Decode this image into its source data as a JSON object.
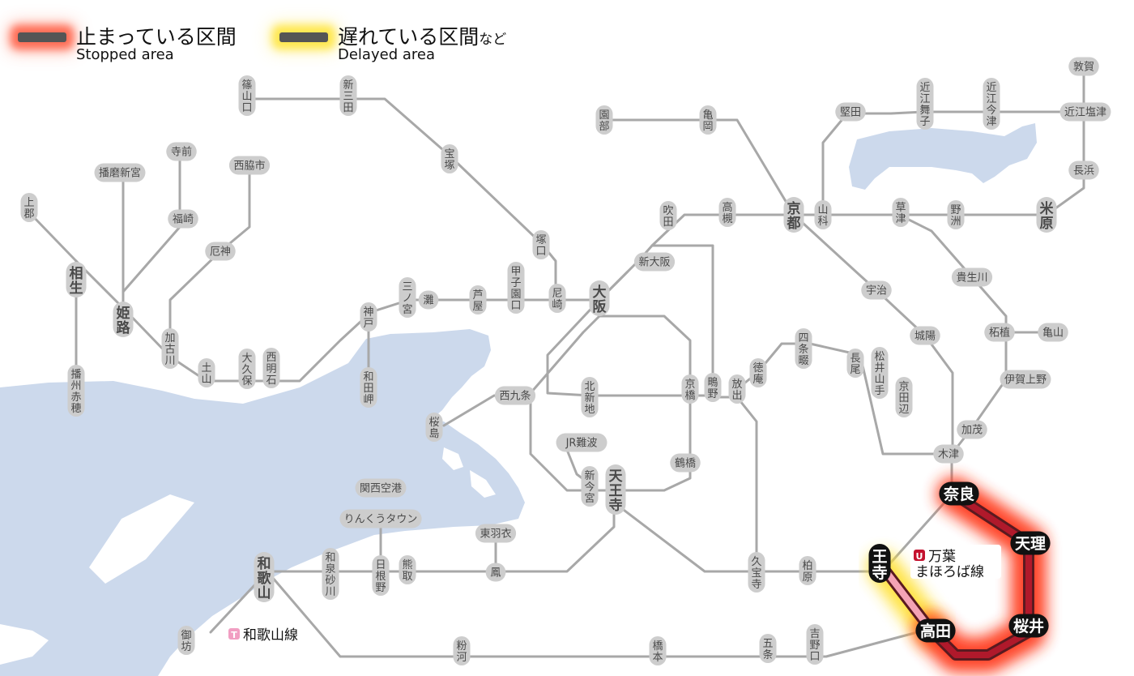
{
  "legend": {
    "stopped": {
      "title": "止まっている区間",
      "subtitle": "Stopped area"
    },
    "delayed": {
      "title": "遅れている区間",
      "title_suffix": "など",
      "subtitle": "Delayed area"
    }
  },
  "colors": {
    "track": "#a8a8a8",
    "station_fill": "#cdcdcd",
    "station_text": "#4a4a4a",
    "water": "#ccd9ec",
    "stopped_line": "#b0192b",
    "stopped_glow": "#ff3a1a",
    "delayed_line": "#f4a3b5",
    "delayed_glow": "#ffe033",
    "highlight_station": "#111111"
  },
  "line_labels": {
    "manhoroba": {
      "badge": "U",
      "text": [
        "万葉",
        "まほろば線"
      ],
      "badge_color": "#c4122f"
    },
    "wakayama": {
      "badge": "T",
      "text": [
        "和歌山線"
      ],
      "badge_color": "#f19ec2"
    }
  },
  "stations": {
    "sasayamaguchi": "篠山口",
    "shinsanda": "新三田",
    "takarazuka": "宝塚",
    "tsukaguchi": "塚口",
    "amagasaki": "尼崎",
    "koshienguchi": "甲子園口",
    "ashiya": "芦屋",
    "nada": "灘",
    "sannomiya": "三ノ宮",
    "kobe": "神戸",
    "wadamisaki": "和田岬",
    "nishiakashi": "西明石",
    "okubo": "大久保",
    "tsuchiyama": "土山",
    "kakogawa": "加古川",
    "yakujin": "厄神",
    "nishiwakishi": "西脇市",
    "fukusaki": "福崎",
    "teramae": "寺前",
    "harimashingu": "播磨新宮",
    "himeji": "姫路",
    "aioi": "相生",
    "kamigori": "上郡",
    "banshuako": "播州赤穂",
    "sonobe": "園部",
    "kameoka": "亀岡",
    "kyoto": "京都",
    "yamashina": "山科",
    "katata": "堅田",
    "omimaiko": "近江舞子",
    "omiimazu": "近江今津",
    "tsuruga": "敦賀",
    "omishiotsu": "近江塩津",
    "nagahama": "長浜",
    "maibara": "米原",
    "yasu": "野洲",
    "kusatsu": "草津",
    "takatsuki": "高槻",
    "suita": "吹田",
    "shinosaka": "新大阪",
    "osaka": "大阪",
    "kyobashi": "京橋",
    "kitashinchi": "北新地",
    "nishikujo": "西九条",
    "sakurajima": "桜島",
    "tsurumibashi": "鶴橋",
    "tennoji": "天王寺",
    "shinimamiya": "新今宮",
    "jrnamba": "JR難波",
    "kansaiairport": "関西空港",
    "rinkutown": "りんくうタウン",
    "hinemo": "日根野",
    "kumatori": "熊取",
    "izumisunagawa": "和泉砂川",
    "wakayama": "和歌山",
    "gobo": "御坊",
    "higashihagoromo": "東羽衣",
    "otori": "鳳",
    "kozakai": "粉河",
    "hashimoto": "橋本",
    "gojo": "五条",
    "yoshinoguchi": "吉野口",
    "kashiwara": "柏原",
    "kyuhoji": "久宝寺",
    "hanaten": "放出",
    "shigino": "鴫野",
    "tokuan": "徳庵",
    "shijonawate": "四条畷",
    "nagao": "長尾",
    "matsuiyamate": "松井山手",
    "kyotanabe": "京田辺",
    "kizu": "木津",
    "nara": "奈良",
    "tenri": "天理",
    "sakurai": "桜井",
    "takada": "高田",
    "oji": "王寺",
    "uji": "宇治",
    "joyo": "城陽",
    "kamo": "加茂",
    "igaueno": "伊賀上野",
    "tsuge": "柘植",
    "kameyama": "亀山",
    "kibukawa": "貴生川"
  }
}
